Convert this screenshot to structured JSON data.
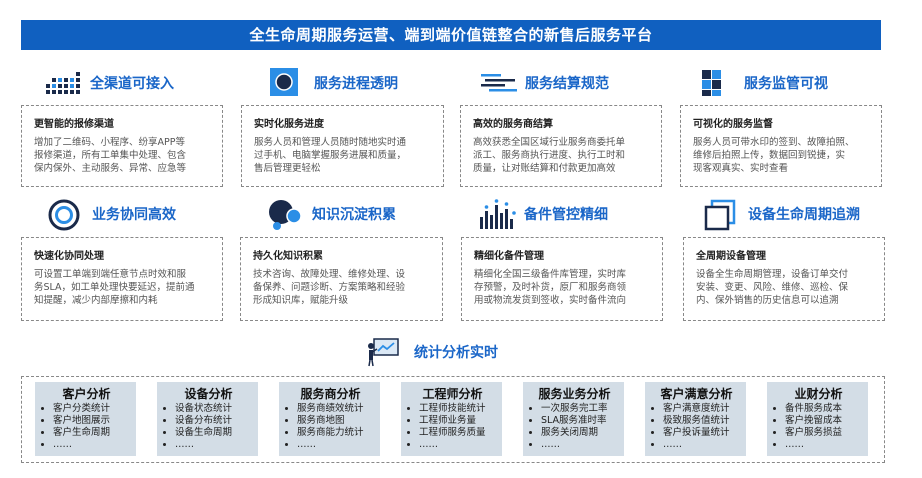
{
  "banner": "全生命周期服务运营、端到端价值链整合的新售后服务平台",
  "features": [
    {
      "title": "全渠道可接入",
      "icon": "bar-grid-icon",
      "subtitle": "更智能的报修渠道",
      "lines": [
        "增加了二维码、小程序、纷享APP等",
        "报修渠道，所有工单集中处理、包含",
        "保内保外、主动服务、异常、应急等"
      ]
    },
    {
      "title": "服务进程透明",
      "icon": "target-square-icon",
      "subtitle": "实时化服务进度",
      "lines": [
        "服务人员和管理人员随时随地实时通",
        "过手机、电脑掌握服务进展和质量，",
        "售后管理更轻松"
      ]
    },
    {
      "title": "服务结算规范",
      "icon": "lines-icon",
      "subtitle": "高效的服务商结算",
      "lines": [
        "高效获悉全国区域行业服务商委托单",
        "派工、服务商执行进度、执行工时和",
        "质量，让对账结算和付款更加高效"
      ]
    },
    {
      "title": "服务监管可视",
      "icon": "squares-icon",
      "subtitle": "可视化的服务监督",
      "lines": [
        "服务人员可带水印的签到、故障拍照、",
        "维修后拍照上传，数据回到锐捷，实",
        "现客观真实、实时查看"
      ]
    },
    {
      "title": "业务协同高效",
      "icon": "ring-icon",
      "subtitle": "快速化协同处理",
      "lines": [
        "可设置工单端到端任意节点时效和服",
        "务SLA，如工单处理快要延迟，提前通",
        "知提醒，减少内部摩擦和内耗"
      ]
    },
    {
      "title": "知识沉淀积累",
      "icon": "bubbles-icon",
      "subtitle": "持久化知识积累",
      "lines": [
        "技术咨询、故障处理、维修处理、设",
        "备保养、问题诊断、方案策略和经验",
        "形成知识库，赋能升级"
      ]
    },
    {
      "title": "备件管控精细",
      "icon": "bar-chart-icon",
      "subtitle": "精细化备件管理",
      "lines": [
        "精细化全国三级备件库管理，实时库",
        "存预警，及时补货，原厂和服务商领",
        "用或物流发货到签收，实时备件流向"
      ]
    },
    {
      "title": "设备生命周期追溯",
      "icon": "stacked-squares-icon",
      "subtitle": "全周期设备管理",
      "lines": [
        "设备全生命周期管理，设备订单交付",
        "安装、变更、风险、维修、巡检、保",
        "内、保外销售的历史信息可以追溯"
      ]
    }
  ],
  "stats": {
    "title": "统计分析实时",
    "icon": "presentation-icon",
    "groups": [
      {
        "title": "客户分析",
        "items": [
          "客户分类统计",
          "客户地图展示",
          "客户生命周期",
          "……"
        ]
      },
      {
        "title": "设备分析",
        "items": [
          "设备状态统计",
          "设备分布统计",
          "设备生命周期",
          "……"
        ]
      },
      {
        "title": "服务商分析",
        "items": [
          "服务商绩效统计",
          "服务商地图",
          "服务商能力统计",
          "……"
        ]
      },
      {
        "title": "工程师分析",
        "items": [
          "工程师技能统计",
          "工程师业务量",
          "工程师服务质量",
          "……"
        ]
      },
      {
        "title": "服务业务分析",
        "items": [
          "一次服务完工率",
          "SLA服务准时率",
          "服务关闭周期",
          "……"
        ]
      },
      {
        "title": "客户满意分析",
        "items": [
          "客户满意度统计",
          "极致服务值统计",
          "客户投诉量统计",
          "……"
        ]
      },
      {
        "title": "业财分析",
        "items": [
          "备件服务成本",
          "客户挽留成本",
          "客户服务损益",
          "……"
        ]
      }
    ]
  },
  "colors": {
    "brand": "#1060c0",
    "dark": "#1a2a4a",
    "accent": "#2b8ee6"
  }
}
